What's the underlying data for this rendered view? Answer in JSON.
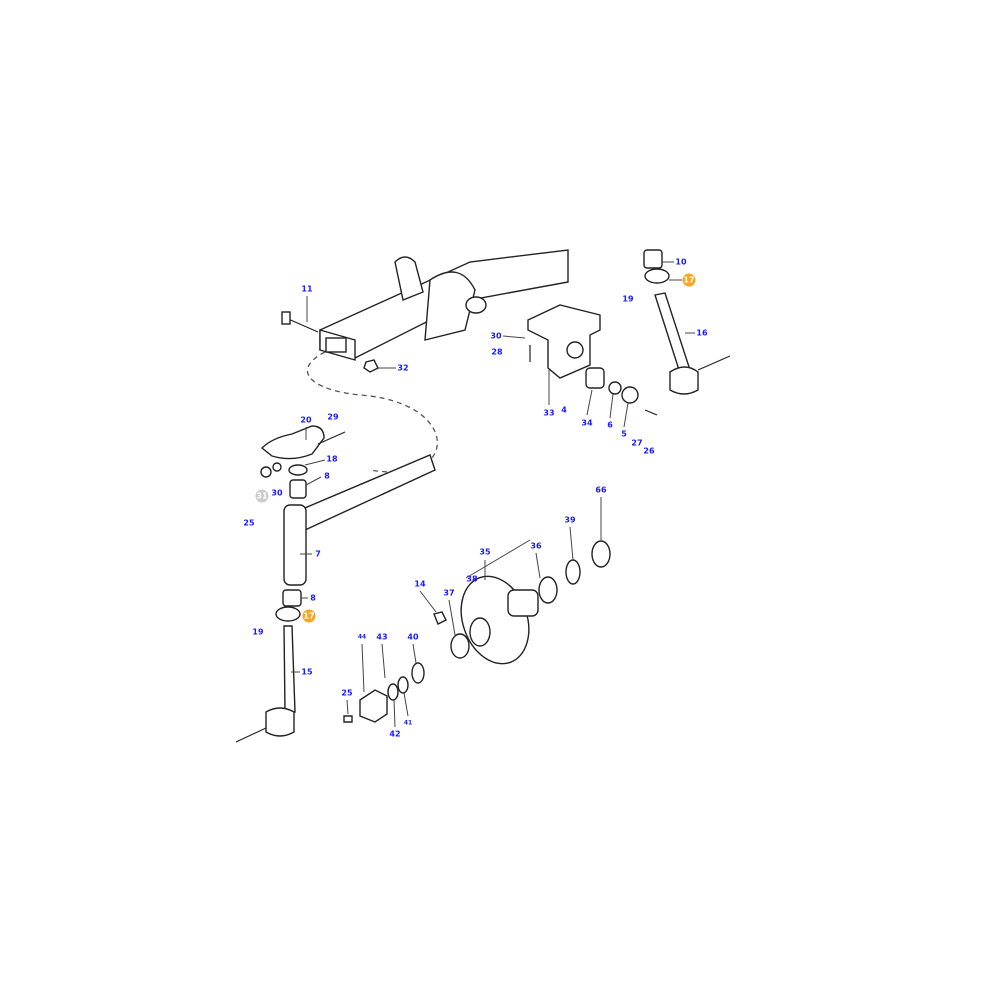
{
  "diagram": {
    "callouts": [
      "11",
      "32",
      "30",
      "28",
      "33",
      "4",
      "34",
      "6",
      "5",
      "27",
      "26",
      "10",
      "17",
      "19",
      "16",
      "20",
      "29",
      "18",
      "8",
      "30",
      "31",
      "25",
      "7",
      "8",
      "17",
      "19",
      "15",
      "66",
      "39",
      "36",
      "35",
      "14",
      "38",
      "37",
      "44",
      "43",
      "40",
      "25",
      "41",
      "42"
    ],
    "colors": {
      "label": "#1a1aff",
      "highlight": "#f5a623",
      "inactive": "#cccccc"
    }
  }
}
